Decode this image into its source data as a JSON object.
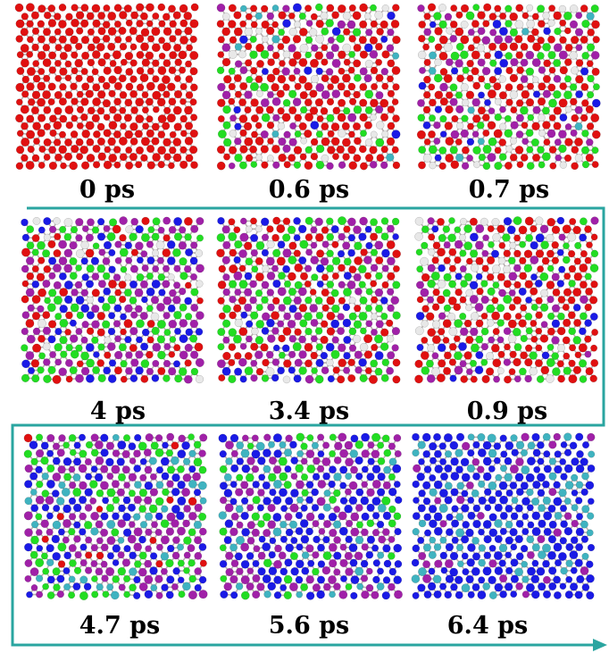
{
  "panels": [
    {
      "label": "0 ps",
      "seed": 11,
      "mix": {
        "red": 1.0
      }
    },
    {
      "label": "0.6 ps",
      "seed": 23,
      "mix": {
        "red": 0.55,
        "purple": 0.18,
        "green": 0.12,
        "white": 0.08,
        "blue": 0.04,
        "teal": 0.03
      }
    },
    {
      "label": "0.7 ps",
      "seed": 37,
      "mix": {
        "red": 0.45,
        "green": 0.22,
        "purple": 0.15,
        "white": 0.1,
        "blue": 0.05,
        "teal": 0.03
      }
    },
    {
      "label": "4 ps",
      "seed": 41,
      "mix": {
        "purple": 0.33,
        "green": 0.25,
        "blue": 0.2,
        "red": 0.17,
        "white": 0.05
      }
    },
    {
      "label": "3.4 ps",
      "seed": 53,
      "mix": {
        "purple": 0.28,
        "green": 0.25,
        "red": 0.27,
        "blue": 0.15,
        "white": 0.05
      }
    },
    {
      "label": "0.9 ps",
      "seed": 67,
      "mix": {
        "red": 0.38,
        "green": 0.25,
        "purple": 0.17,
        "blue": 0.1,
        "white": 0.1
      }
    },
    {
      "label": "4.7 ps",
      "seed": 71,
      "mix": {
        "purple": 0.38,
        "green": 0.22,
        "blue": 0.25,
        "teal": 0.1,
        "red": 0.05
      }
    },
    {
      "label": "5.6 ps",
      "seed": 83,
      "mix": {
        "blue": 0.42,
        "purple": 0.33,
        "green": 0.12,
        "teal": 0.13
      }
    },
    {
      "label": "6.4 ps",
      "seed": 97,
      "mix": {
        "blue": 0.7,
        "purple": 0.1,
        "teal": 0.2
      }
    }
  ],
  "colors": {
    "red": "#e01010",
    "purple": "#a020a8",
    "green": "#22dd22",
    "blue": "#1a1ae6",
    "teal": "#3fb3c0",
    "white": "#e8e8e8",
    "bond": "#b8b0b0",
    "arrow": "#2aa5a0"
  }
}
